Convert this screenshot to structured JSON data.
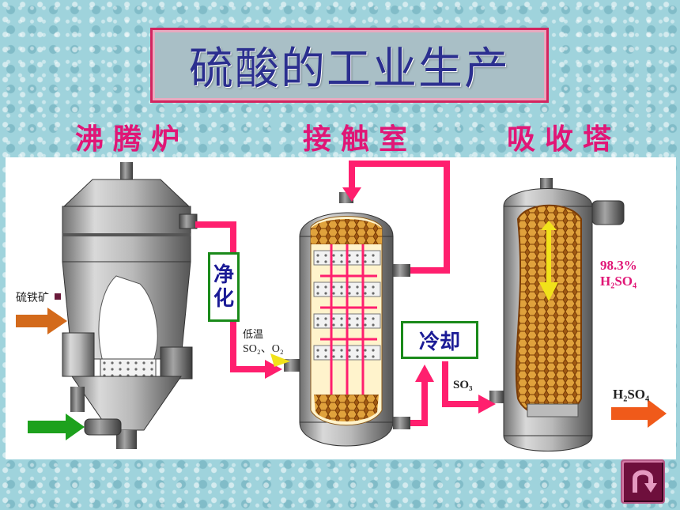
{
  "title": "硫酸的工业生产",
  "stages": [
    {
      "label": "沸腾炉"
    },
    {
      "label": "接触室"
    },
    {
      "label": "吸收塔"
    }
  ],
  "annotations": {
    "purify": "净化",
    "purify_char1": "净",
    "purify_char2": "化",
    "cool": "冷却",
    "feed_ore": "硫铁矿",
    "low_temp": "低温",
    "so2_o2": "SO₂、O₂",
    "so3": "SO₃",
    "acid_conc": "98.3%",
    "h2so4_in": "H₂SO₄",
    "h2so4_out": "H₂SO₄"
  },
  "colors": {
    "pipe": "#ff1f6e",
    "green_arrow": "#1da11d",
    "orange_arrow": "#d36a1b",
    "out_arrow": "#f05a1a",
    "yellow_arrow": "#f1e21a"
  },
  "back_button": {
    "icon": "u-turn-arrow-icon"
  }
}
